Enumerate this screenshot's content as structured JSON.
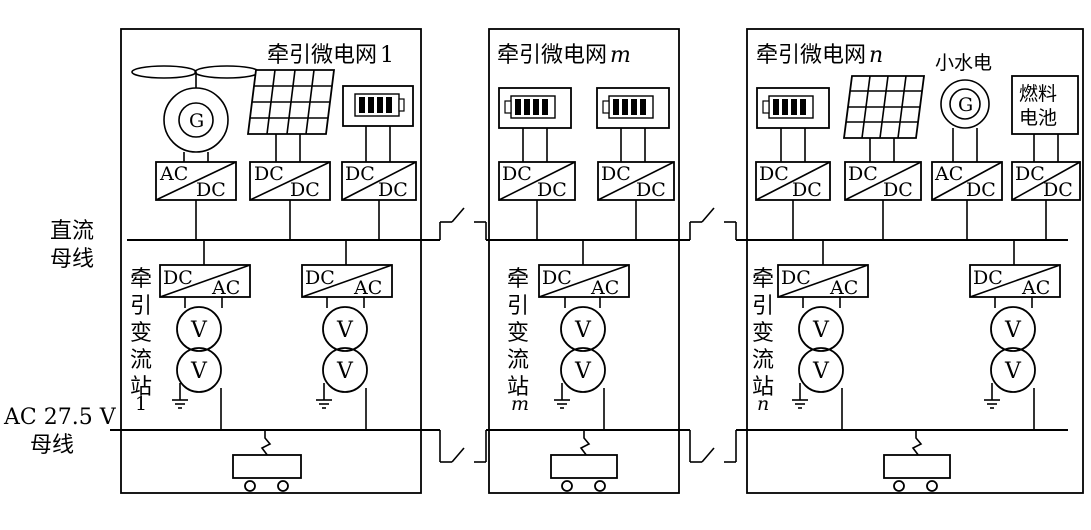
{
  "grids": [
    {
      "title": "牵引微电网",
      "index": "1",
      "station_text": "牵引变流站",
      "station_index": "1"
    },
    {
      "title": "牵引微电网",
      "index": "m",
      "station_text": "牵引变流站",
      "station_index": "m"
    },
    {
      "title": "牵引微电网",
      "index": "n",
      "station_text": "牵引变流站",
      "station_index": "n"
    }
  ],
  "labels": {
    "dc_bus_line1": "直流",
    "dc_bus_line2": "母线",
    "ac_bus_line1": "AC 27.5 V",
    "ac_bus_line2": "母线",
    "small_hydro": "小水电",
    "fuel_cell_line1": "燃料",
    "fuel_cell_line2": "电池",
    "generator_symbol": "G",
    "transformer_symbol": "V",
    "dc": "DC",
    "ac": "AC"
  }
}
